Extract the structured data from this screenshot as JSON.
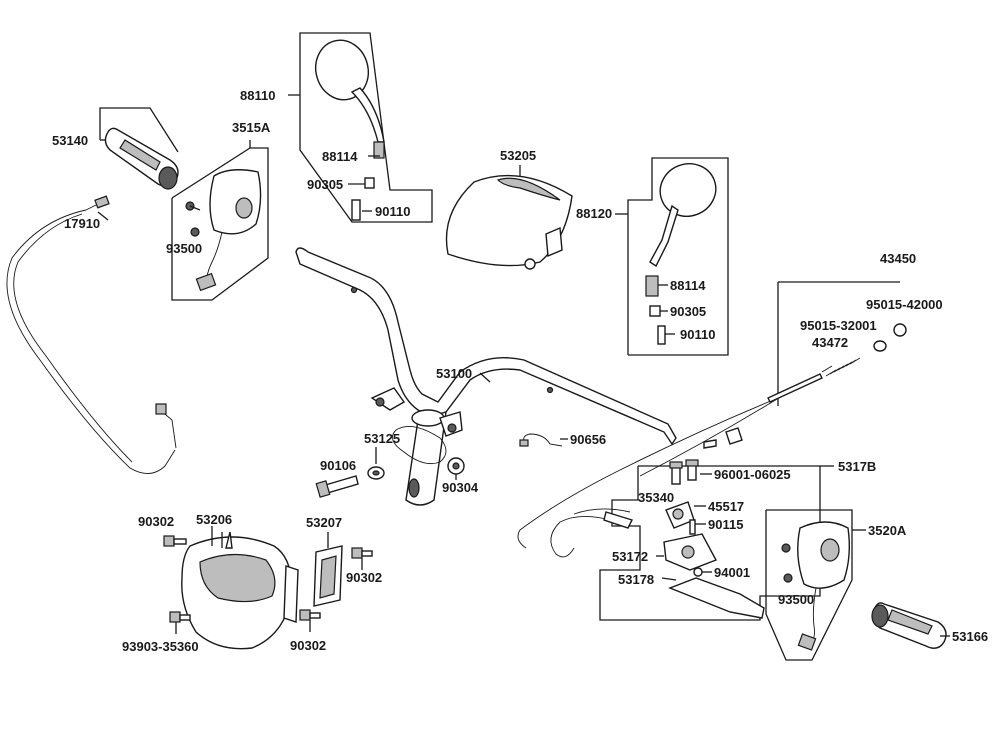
{
  "labels": {
    "p88110": "88110",
    "p88114a": "88114",
    "p90305a": "90305",
    "p90110a": "90110",
    "p53140": "53140",
    "p3515A": "3515A",
    "p17910": "17910",
    "p93500a": "93500",
    "p53205": "53205",
    "p88120": "88120",
    "p88114b": "88114",
    "p90305b": "90305",
    "p90110b": "90110",
    "p43450": "43450",
    "p95015_42000": "95015-42000",
    "p95015_32001": "95015-32001",
    "p43472": "43472",
    "p53100": "53100",
    "p53125": "53125",
    "p90656": "90656",
    "p90106": "90106",
    "p90304": "90304",
    "p96001_06025": "96001-06025",
    "p5317B": "5317B",
    "p35340": "35340",
    "p45517": "45517",
    "p90115": "90115",
    "p3520A": "3520A",
    "p53172": "53172",
    "p53178": "53178",
    "p94001": "94001",
    "p93500b": "93500",
    "p53166": "53166",
    "p90302a": "90302",
    "p53206": "53206",
    "p53207": "53207",
    "p90302b": "90302",
    "p93903_35360": "93903-35360",
    "p90302c": "90302"
  },
  "colors": {
    "line": "#1a1a1a",
    "part_fill": "#ffffff",
    "shade": "#bdbdbd"
  }
}
